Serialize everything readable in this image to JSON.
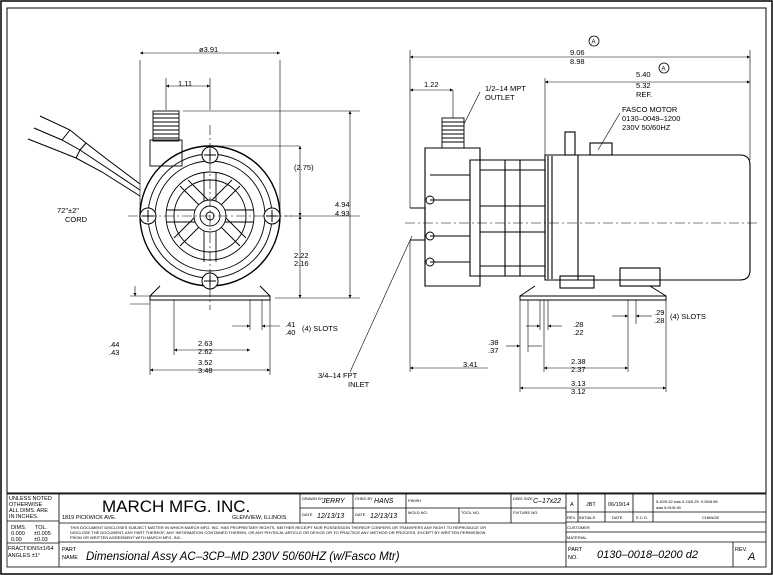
{
  "views": {
    "front": {
      "dim_overall_dia": "ø3.91",
      "dim_outlet_offset": "1.11",
      "dim_ref_height": "(2.75)",
      "dim_height_a": "4.94",
      "dim_height_b": "4.93",
      "dim_center_a": "2.22",
      "dim_center_b": "2.16",
      "cord_label": "72\"±2\"",
      "cord_label2": "CORD",
      "slots_a": ".41",
      "slots_b": ".40",
      "slots_label": "(4)  SLOTS",
      "base_h_a": ".44",
      "base_h_b": ".43",
      "slot_span_a": "2.63",
      "slot_span_b": "2.62",
      "base_w_a": "3.52",
      "base_w_b": "3.48",
      "inlet_label": "3/4–14  FPT",
      "inlet_label2": "INLET"
    },
    "side": {
      "overall_len_a": "9.06",
      "overall_len_b": "8.98",
      "rev_mark": "A",
      "motor_len_a": "5.40",
      "motor_len_b": "5.32",
      "motor_len_ref": "REF.",
      "outlet_offset": "1.22",
      "outlet_label": "1/2–14  MPT",
      "outlet_label2": "OUTLET",
      "motor_label": "FASCO  MOTOR",
      "motor_part": "0130–0049–1200",
      "motor_spec": "230V  50/60HZ",
      "inlet_len": "3.41",
      "foot_a": ".38",
      "foot_b": ".37",
      "slot_a": ".28",
      "slot_b": ".22",
      "slot2_a": ".29",
      "slot2_b": ".28",
      "slots_label": "(4)  SLOTS",
      "slot_span_a": "2.38",
      "slot_span_b": "2.37",
      "base_len_a": "3.13",
      "base_len_b": "3.12"
    }
  },
  "title_block": {
    "unless_noted": "UNLESS NOTED",
    "otherwise": "OTHERWISE",
    "all_dims": "ALL DIMS. ARE",
    "in_inches": "IN INCHES.",
    "tol_head_dims": "DIMS.",
    "tol_head_tol": "TOL.",
    "tol_row1_dim": "0.000",
    "tol_row1_tol": "±0.005",
    "tol_row2_dim": "0.00",
    "tol_row2_tol": "±0.03",
    "tol_fractions": "FRACTIONS±1/64",
    "tol_angles": "ANGLES  ±1°",
    "company": "MARCH MFG. INC.",
    "address": "1819  PICKWICK  AVE.",
    "city": "GLENVIEW, ILLINOIS",
    "drawn_by_label": "DRAWN BY",
    "drawn_by": "JERRY",
    "chkd_by_label": "CHKD BY",
    "chkd_by": "HANS",
    "finish_label": "FINISH",
    "date_label": "DATE",
    "drawn_date": "12/13/13",
    "chkd_date": "12/13/13",
    "mold_label": "MOLD NO.",
    "tool_label": "TOOL NO.",
    "fixture_label": "FIXTURE NO.",
    "dwg_size_label": "DWG SIZE",
    "dwg_size": "C–17x22",
    "disclaimer_1": "THIS DOCUMENT DISCLOSES SUBJECT MATTER IN WHICH MARCH MFG. INC. HAS PROPRIETARY RIGHTS. NEITHER RECEIPT NOR POSSESSION THEREOF CONFERS OR TRANSFERS ANY RIGHT TO REPRODUCE OR",
    "disclaimer_2": "DISCLOSE THE DOCUMENT, ANY PART THEREOF, ANY INFORMATION CONTAINED THEREIN, OR ANY PHYSICAL ARTICLE OR DEVICE OR TO PRACTICE ANY METHOD OR PROCESS, EXCEPT BY WRITTEN PERMISSION",
    "disclaimer_3": "FROM OR WRITTEN AGREEMENT WITH MARCH MFG. INC.",
    "part_name_label_1": "PART",
    "part_name_label_2": "NAME",
    "part_name": "Dimensional Assy  AC–3CP–MD  230V  50/60HZ  (w/Fasco  Mtr)",
    "rev_row_rev": "A",
    "rev_row_initials": "JBT",
    "rev_row_date": "06/19/14",
    "rev_row_change_1": "5.40/5.32  was  5.24/5.25.  9.06/8.98",
    "rev_row_change_2": "was  8.91/8.90",
    "rev_head_rev": "REV.",
    "rev_head_initials": "INITIALS",
    "rev_head_date": "DATE",
    "rev_head_eco": "E.C.O.",
    "rev_head_change": "CHANGE",
    "customer_label": "CUSTOMER",
    "material_label": "MATERIAL",
    "part_no_label_1": "PART",
    "part_no_label_2": "NO.",
    "part_no": "0130–0018–0200  d2",
    "rev_label": "REV.",
    "rev_value": "A"
  }
}
